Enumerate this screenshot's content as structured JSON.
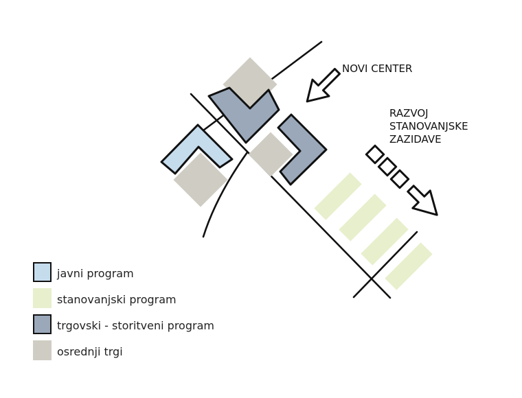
{
  "labels": {
    "novi_center": "NOVI CENTER",
    "razvoj_lines": [
      "RAZVOJ",
      "STANOVANJSKE",
      "ZAZIDAVE"
    ]
  },
  "legend": [
    {
      "label": "javni program",
      "color": "#c5dced",
      "outlined": true
    },
    {
      "label": "stanovanjski program",
      "color": "#e7efcc",
      "outlined": false
    },
    {
      "label": "trgovski - storitveni program",
      "color": "#9aa8ba",
      "outlined": true
    },
    {
      "label": "osrednji trgi",
      "color": "#cfcdc3",
      "outlined": false
    }
  ],
  "colors": {
    "javni": "#c5dced",
    "stanovanjski": "#e7efcc",
    "trgovski": "#9aa8ba",
    "osrednji": "#cfcdc3",
    "stroke": "#111111"
  }
}
